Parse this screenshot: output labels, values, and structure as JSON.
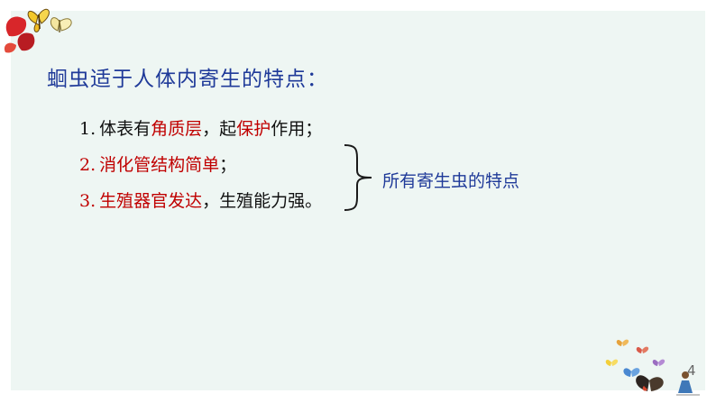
{
  "slide": {
    "title": "蛔虫适于人体内寄生的特点：",
    "items": [
      {
        "number": "1.",
        "parts": [
          {
            "text": "体表有",
            "highlight": false
          },
          {
            "text": "角质层",
            "highlight": true
          },
          {
            "text": "，起",
            "highlight": false
          },
          {
            "text": "保护",
            "highlight": true
          },
          {
            "text": "作用；",
            "highlight": false
          }
        ]
      },
      {
        "number": "2.",
        "parts": [
          {
            "text": "消化管结构简单",
            "highlight": true
          },
          {
            "text": "；",
            "highlight": false
          }
        ]
      },
      {
        "number": "3.",
        "parts": [
          {
            "text": "生殖器官发达",
            "highlight": true
          },
          {
            "text": "，生殖能力强。",
            "highlight": false
          }
        ]
      }
    ],
    "brace_label": "所有寄生虫的特点",
    "page_number": "4"
  },
  "colors": {
    "title": "#1f3a99",
    "highlight": "#c00000",
    "text": "#111111",
    "background": "#eef6f3"
  },
  "icons": {
    "top_left": "butterfly-leaves-decoration",
    "bottom_right": "butterflies-and-figure-decoration"
  }
}
